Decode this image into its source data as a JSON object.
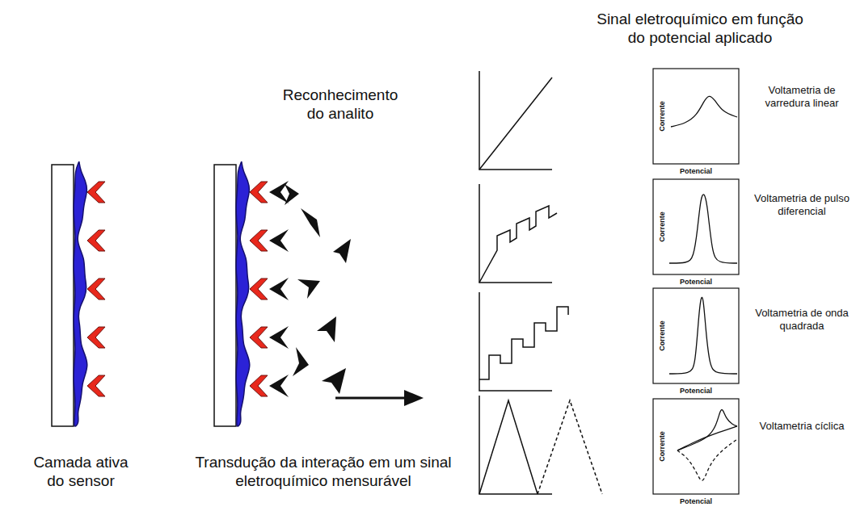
{
  "diagram": {
    "title": "Sinal eletroquímico em função do potencial aplicado",
    "labels": [
      "Reconhecimento do analito",
      "Camada ativa do sensor",
      "Transdução da interação em um sinal eletroquímico mensurável",
      "Voltametria de varredura linear",
      "Corrente",
      "Potencial",
      "Voltametria de pulso diferencial",
      "Corrente",
      "Potencial",
      "Voltametria de onda quadrada",
      "Corrente",
      "Potencial",
      "Voltametria cíclica",
      "Corrente",
      "Potencial"
    ]
  }
}
